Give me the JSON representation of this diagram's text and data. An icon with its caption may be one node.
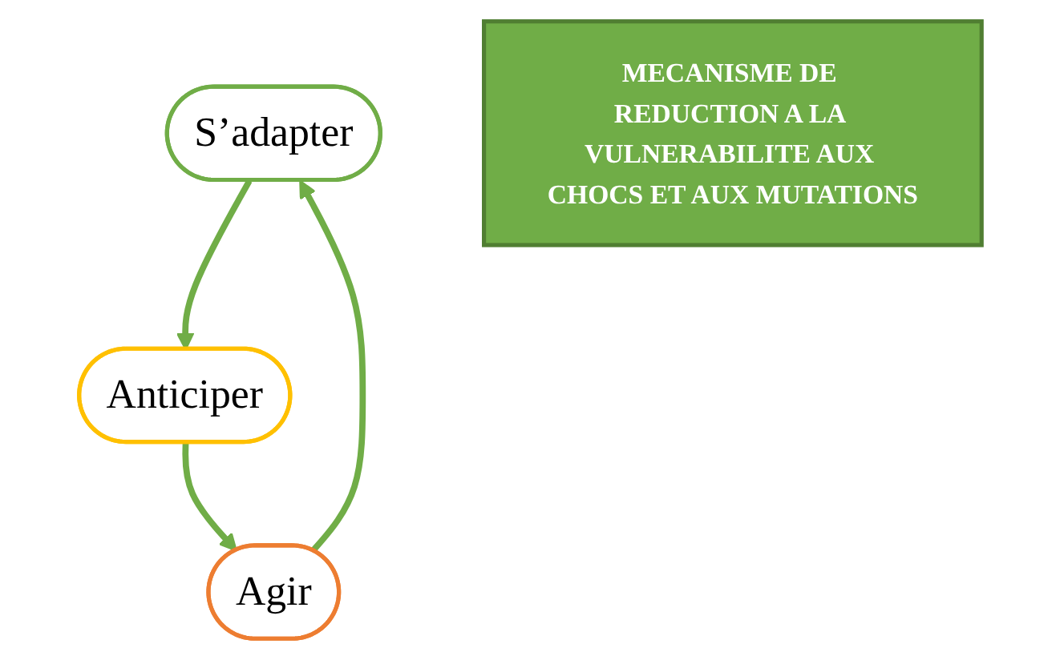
{
  "diagram": {
    "nodes": [
      {
        "text": [
          "S’adapter"
        ]
      },
      {
        "text": [
          "MECANISME DE REDUCTION A LA VULNERABILITE AUX CHOCS ET AUX MUTATIONS"
        ]
      },
      {
        "text": [
          "Anticiper"
        ]
      },
      {
        "text": [
          "Agir"
        ]
      }
    ],
    "edges": [
      {
        "from": 0,
        "to": 2,
        "arrow": "to"
      },
      {
        "from": 2,
        "to": 3,
        "arrow": "to"
      },
      {
        "from": 3,
        "to": 0,
        "arrow": "to"
      }
    ]
  }
}
